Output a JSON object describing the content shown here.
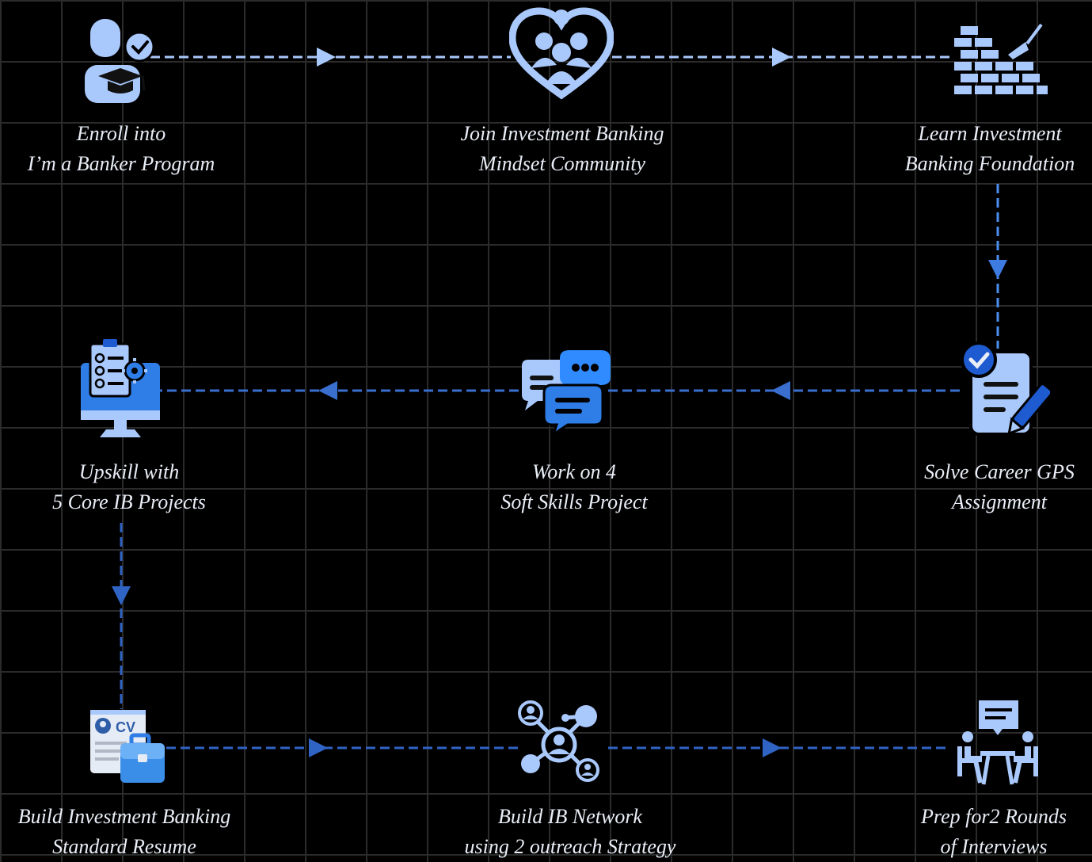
{
  "colors": {
    "background": "#000000",
    "grid": "#2b2b2b",
    "connector_light": "#a9c8fb",
    "connector_dark": "#3a6fd0",
    "icon_light": "#a9c8fb",
    "icon_mid": "#4d8ff0",
    "icon_dark": "#1f5bd0",
    "text": "#e9eef7"
  },
  "steps": [
    {
      "line1": "Enroll into",
      "line2": "I’m a Banker Program",
      "icon": "student-graduate-check-icon"
    },
    {
      "line1": "Join Investment Banking",
      "line2": "Mindset Community",
      "icon": "community-heart-icon"
    },
    {
      "line1": "Learn Investment",
      "line2": "Banking Foundation",
      "icon": "brick-wall-trowel-icon"
    },
    {
      "line1": "Solve Career GPS",
      "line2": "Assignment",
      "icon": "assignment-pencil-icon"
    },
    {
      "line1": "Work on 4",
      "line2": "Soft Skills Project",
      "icon": "chat-bubbles-icon"
    },
    {
      "line1": "Upskill with",
      "line2": "5 Core IB Projects",
      "icon": "monitor-checklist-icon"
    },
    {
      "line1": "Build Investment Banking",
      "line2": "Standard Resume",
      "icon": "cv-briefcase-icon"
    },
    {
      "line1": "Build IB Network",
      "line2": "using 2 outreach Strategy",
      "icon": "network-people-icon"
    },
    {
      "line1": "Prep for2 Rounds",
      "line2": "of Interviews",
      "icon": "interview-table-icon"
    }
  ]
}
